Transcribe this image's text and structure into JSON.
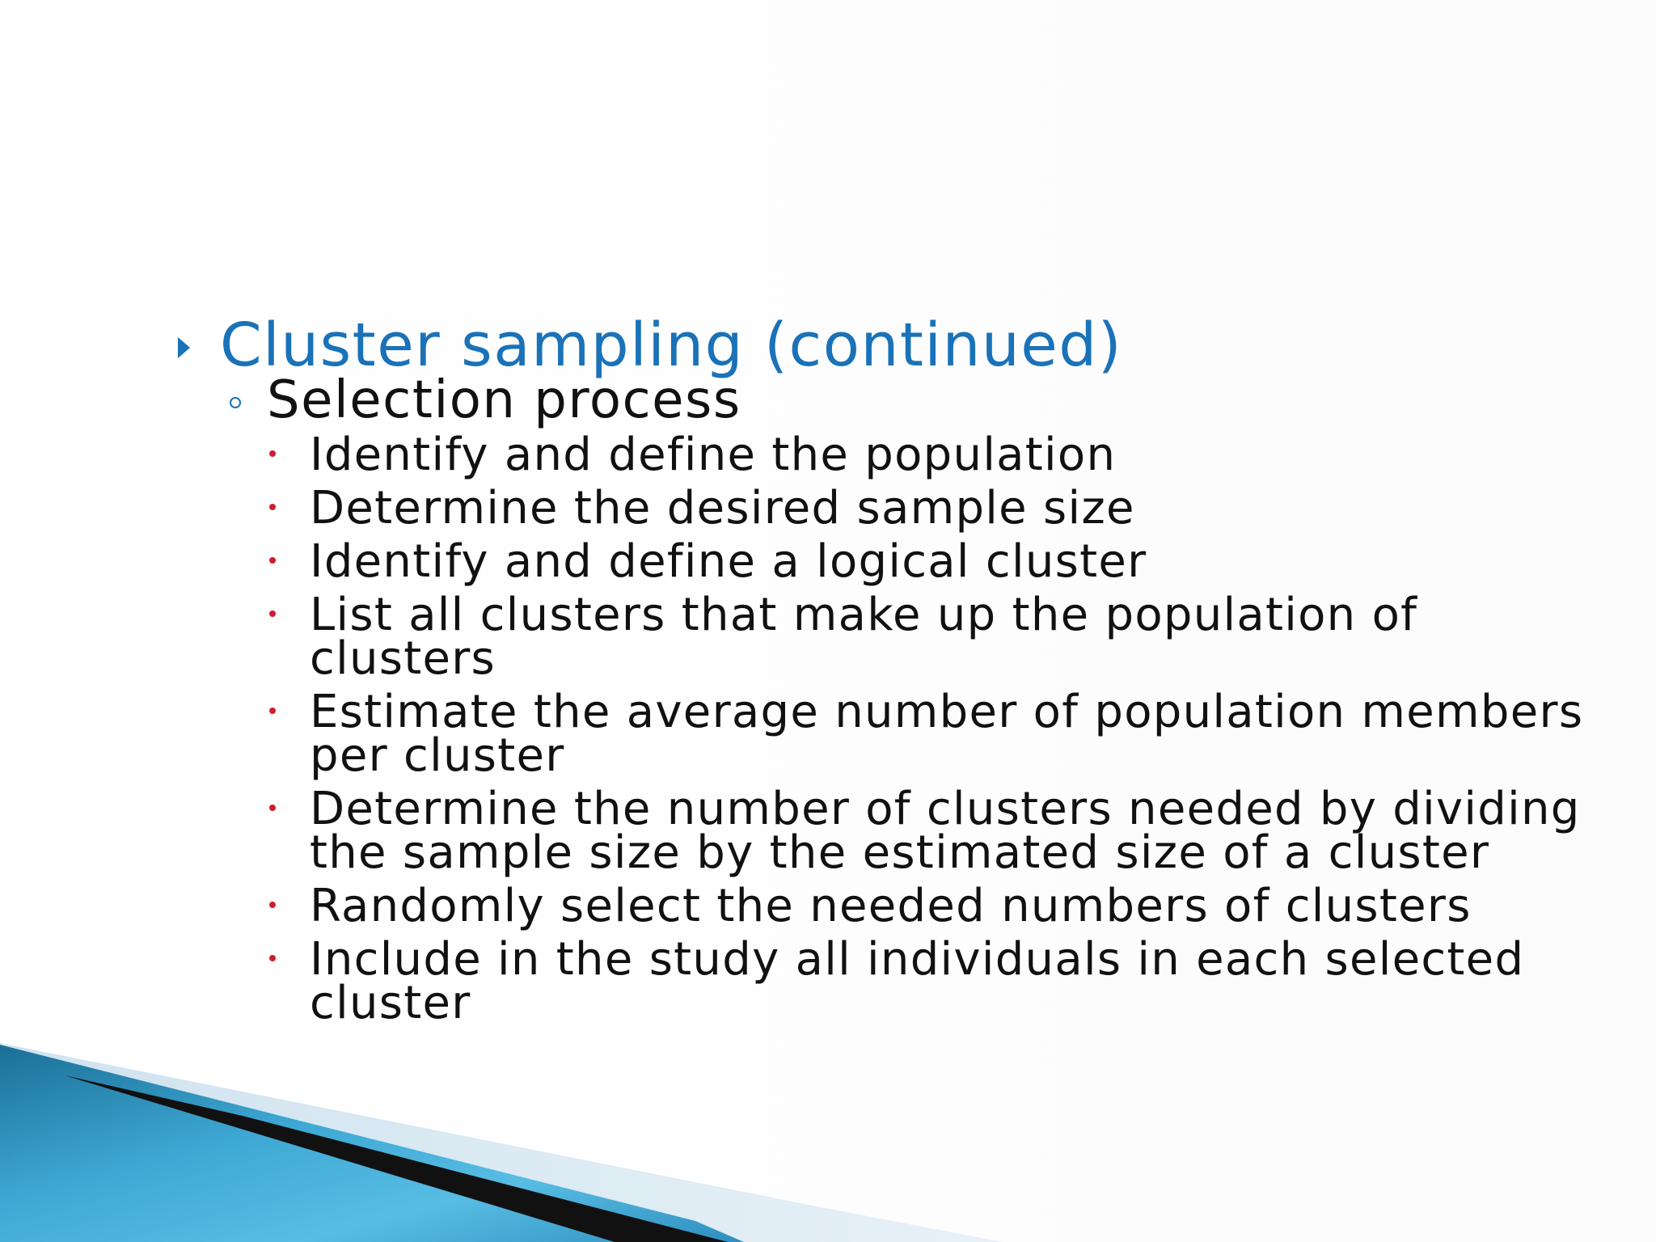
{
  "slide": {
    "heading": "Cluster sampling (continued)",
    "subheading": "Selection process",
    "steps": [
      {
        "lines": [
          "Identify and define the population"
        ]
      },
      {
        "lines": [
          "Determine the desired sample size"
        ]
      },
      {
        "lines": [
          "Identify and define a logical cluster"
        ]
      },
      {
        "lines": [
          "List all clusters that make up the population of",
          "clusters"
        ]
      },
      {
        "lines": [
          "Estimate the average number of population members",
          "per cluster"
        ]
      },
      {
        "lines": [
          "Determine the number of clusters needed by dividing",
          "the sample size by the estimated size of a cluster"
        ]
      },
      {
        "lines": [
          "Randomly select the needed numbers of clusters"
        ]
      },
      {
        "lines": [
          "Include in the study all individuals in each selected",
          "cluster"
        ]
      }
    ]
  },
  "colors": {
    "heading": "#1a72b8",
    "text": "#111111",
    "bullet_level3": "#cc1f2f",
    "accent_blue": "#2a8cc0"
  }
}
